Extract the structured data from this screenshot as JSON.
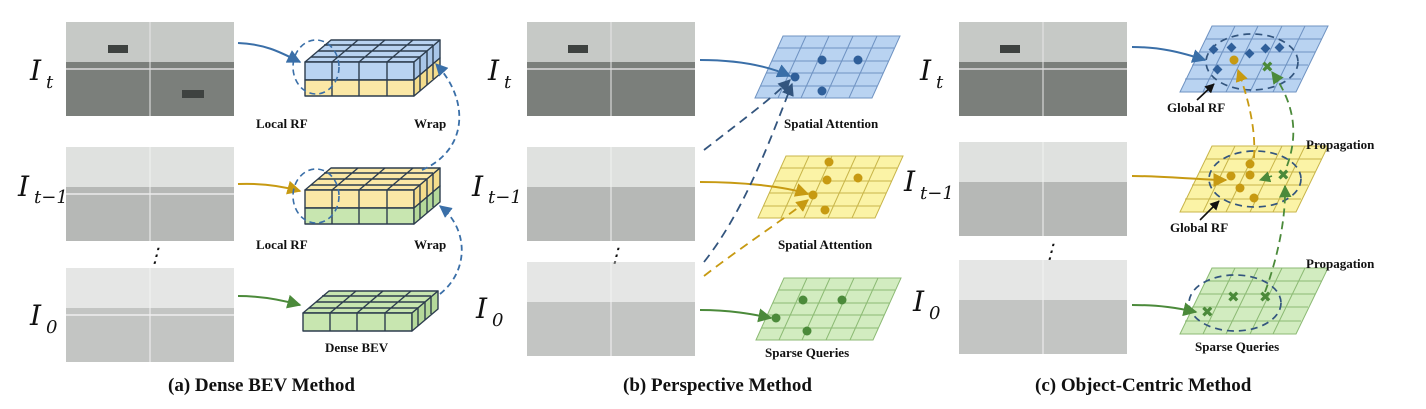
{
  "panels": [
    {
      "caption": "(a) Dense BEV Method",
      "labels": {
        "local_rf_top": "Local RF",
        "wrap_top": "Wrap",
        "local_rf_mid": "Local RF",
        "wrap_mid": "Wrap",
        "bottom": "Dense BEV"
      }
    },
    {
      "caption": "(b) Perspective Method",
      "labels": {
        "top": "Spatial Attention",
        "mid": "Spatial Attention",
        "bottom": "Sparse Queries"
      }
    },
    {
      "caption": "(c) Object-Centric Method",
      "labels": {
        "global_rf_top": "Global RF",
        "global_rf_mid": "Global RF",
        "propagation_top": "Propagation",
        "propagation_bottom": "Propagation",
        "bottom": "Sparse Queries"
      }
    }
  ],
  "frames": {
    "top": {
      "base": "I",
      "sub": "t"
    },
    "mid": {
      "base": "I",
      "sub": "t−1"
    },
    "bottom": {
      "base": "I",
      "sub": "0"
    },
    "ellipsis": "⋮"
  },
  "colors": {
    "blue": "#b9d3f1",
    "blue_line": "#3a6fa8",
    "yellow": "#fbe8a6",
    "yellow_line": "#c79a12",
    "green": "#c8e6b0",
    "green_line": "#4b8a3a",
    "dark_dashed": "#33557e"
  }
}
